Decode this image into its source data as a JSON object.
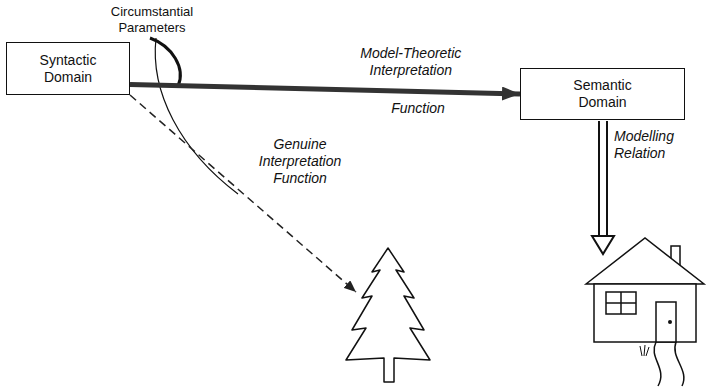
{
  "diagram": {
    "nodes": [
      {
        "text": [
          "Syntactic Domain"
        ]
      },
      {
        "text": [
          "Semantic Domain"
        ]
      }
    ],
    "edges": [
      {
        "from": 0,
        "to": 1,
        "arrow": "to",
        "label": "Model-Theoretic Interpretation"
      }
    ],
    "labels": [
      "Circumstantial Parameters",
      "Function",
      "Genuine Interpretation Function",
      "Modelling Relation"
    ]
  }
}
